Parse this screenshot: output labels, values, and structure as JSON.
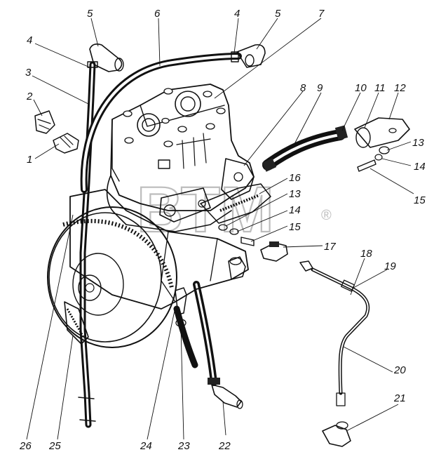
{
  "watermark": {
    "text": "ВТМ",
    "mark": "®"
  },
  "callouts": [
    {
      "id": "c1",
      "text": "1"
    },
    {
      "id": "c2",
      "text": "2"
    },
    {
      "id": "c3",
      "text": "3"
    },
    {
      "id": "c4a",
      "text": "4"
    },
    {
      "id": "c5a",
      "text": "5"
    },
    {
      "id": "c6",
      "text": "6"
    },
    {
      "id": "c4b",
      "text": "4"
    },
    {
      "id": "c5b",
      "text": "5"
    },
    {
      "id": "c7",
      "text": "7"
    },
    {
      "id": "c8",
      "text": "8"
    },
    {
      "id": "c9",
      "text": "9"
    },
    {
      "id": "c10",
      "text": "10"
    },
    {
      "id": "c11",
      "text": "11"
    },
    {
      "id": "c12",
      "text": "12"
    },
    {
      "id": "c13a",
      "text": "13"
    },
    {
      "id": "c14a",
      "text": "14"
    },
    {
      "id": "c15a",
      "text": "15"
    },
    {
      "id": "c16",
      "text": "16"
    },
    {
      "id": "c13b",
      "text": "13"
    },
    {
      "id": "c14b",
      "text": "14"
    },
    {
      "id": "c15b",
      "text": "15"
    },
    {
      "id": "c17",
      "text": "17"
    },
    {
      "id": "c18",
      "text": "18"
    },
    {
      "id": "c19",
      "text": "19"
    },
    {
      "id": "c20",
      "text": "20"
    },
    {
      "id": "c21",
      "text": "21"
    },
    {
      "id": "c22",
      "text": "22"
    },
    {
      "id": "c23",
      "text": "23"
    },
    {
      "id": "c24",
      "text": "24"
    },
    {
      "id": "c25",
      "text": "25"
    },
    {
      "id": "c26",
      "text": "26"
    }
  ]
}
